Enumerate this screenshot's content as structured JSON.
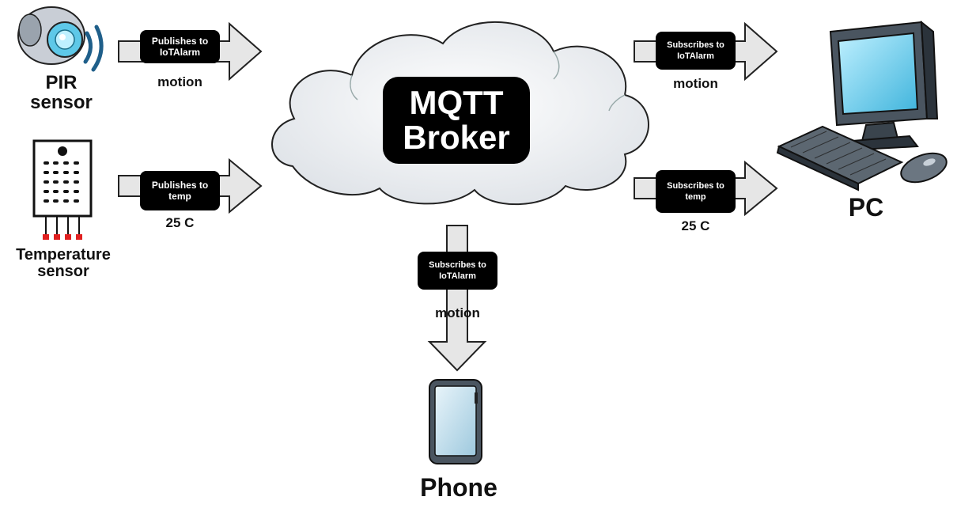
{
  "broker": {
    "line1": "MQTT",
    "line2": "Broker"
  },
  "nodes": {
    "pir": {
      "line1": "PIR",
      "line2": "sensor",
      "icon": "pir-sensor-icon"
    },
    "temperature": {
      "line1": "Temperature",
      "line2": "sensor",
      "icon": "temperature-sensor-icon"
    },
    "pc": {
      "label": "PC",
      "icon": "computer-icon"
    },
    "phone": {
      "label": "Phone",
      "icon": "phone-icon"
    }
  },
  "flows": {
    "pir_publish": {
      "line1": "Publishes to",
      "line2": "IoTAlarm",
      "payload": "motion"
    },
    "temp_publish": {
      "line1": "Publishes to",
      "line2": "temp",
      "payload": "25 C"
    },
    "pc_subscribe_alarm": {
      "line1": "Subscribes to",
      "line2": "IoTAlarm",
      "payload": "motion"
    },
    "pc_subscribe_temp": {
      "line1": "Subscribes to",
      "line2": "temp",
      "payload": "25 C"
    },
    "phone_subscribe_alarm": {
      "line1": "Subscribes to",
      "line2": "IoTAlarm",
      "payload": "motion"
    }
  },
  "colors": {
    "cloud": "#eef0f3",
    "arrow": "#e6e6e6",
    "pin": "#e02020",
    "screen": "#5ec8e8"
  }
}
